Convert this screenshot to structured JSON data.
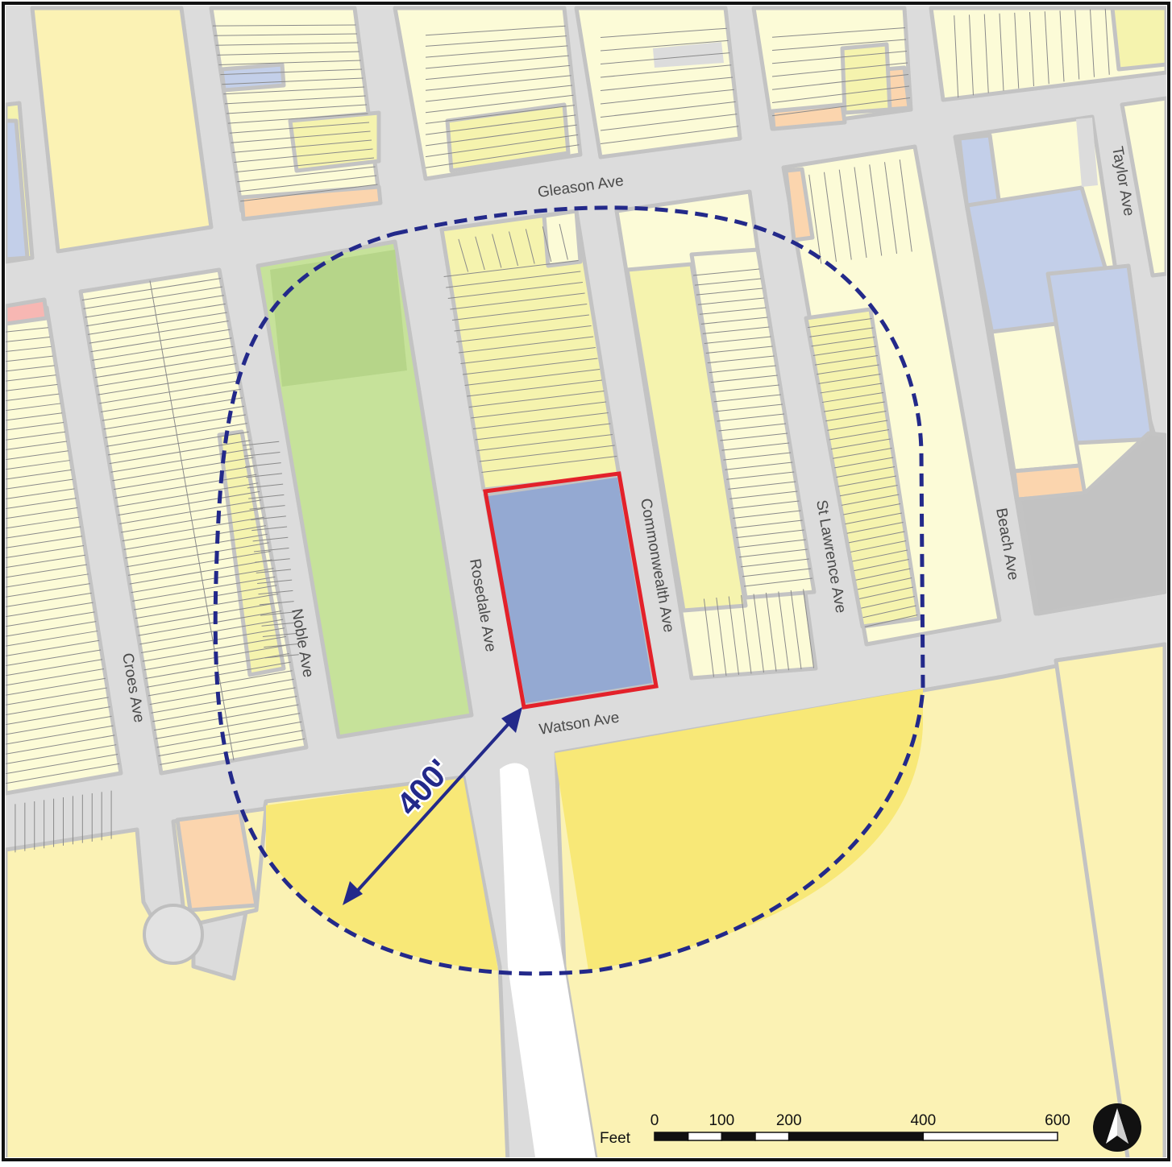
{
  "colors": {
    "road": "#dcdcdc",
    "road_edge": "#c3c3c3",
    "residential_one_two": "#fcfbd7",
    "residential_multi": "#f5f3ae",
    "open_space_campus": "#fbf2b4",
    "open_space_buffer": "#f8e877",
    "park": "#c6e29a",
    "institutional": "#94a9d2",
    "institutional_light": "#c3cfe9",
    "commercial": "#fbd5ae",
    "industrial": "#c2c2c2",
    "site_outline": "#e3212a",
    "buffer_line": "#23298a",
    "mixed_use": "#f7b7b3",
    "white": "#ffffff"
  },
  "streets": {
    "gleason": "Gleason Ave",
    "watson": "Watson Ave",
    "noble": "Noble Ave",
    "croes": "Croes Ave",
    "rosedale": "Rosedale Ave",
    "commonwealth": "Commonwealth Ave",
    "st_lawrence": "St Lawrence Ave",
    "beach": "Beach Ave",
    "taylor": "Taylor Ave"
  },
  "buffer": {
    "distance_label": "400'"
  },
  "scale_bar": {
    "unit": "Feet",
    "ticks": [
      {
        "label": "0",
        "value": 0
      },
      {
        "label": "100",
        "value": 100
      },
      {
        "label": "200",
        "value": 200
      },
      {
        "label": "400",
        "value": 400
      },
      {
        "label": "600",
        "value": 600
      }
    ]
  },
  "north_arrow": {
    "icon": "north-arrow-icon"
  }
}
